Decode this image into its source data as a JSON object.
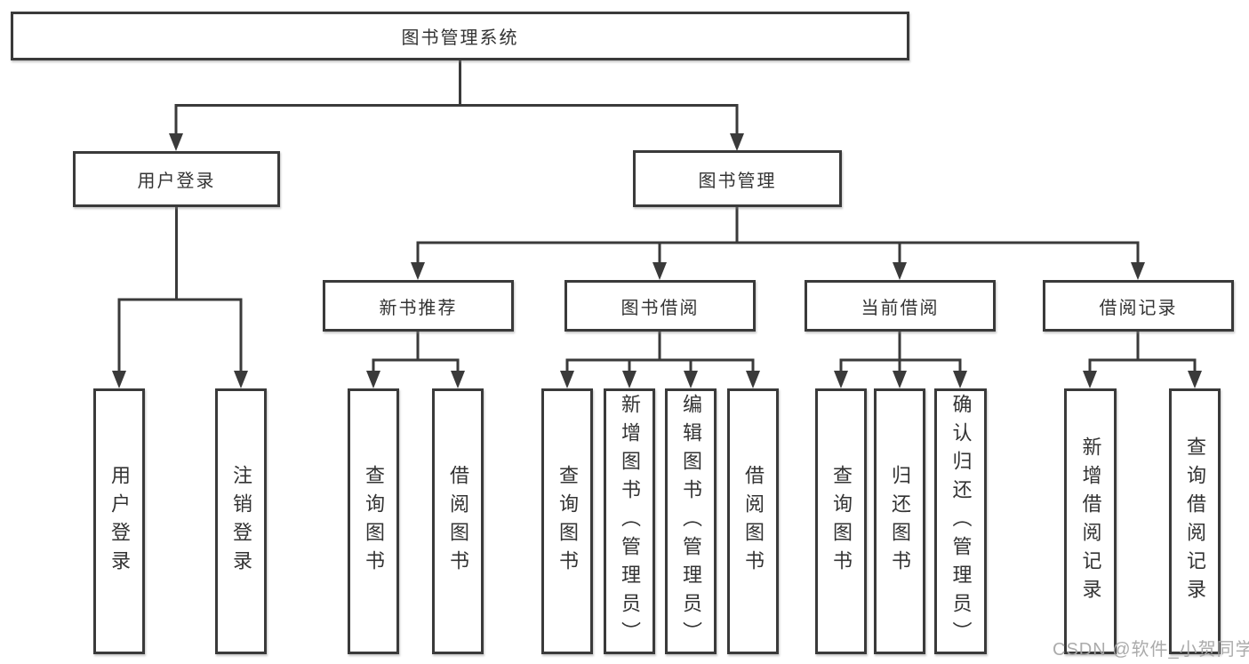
{
  "org": {
    "root": {
      "label": "图书管理系统"
    },
    "children": [
      {
        "label": "用户登录",
        "children": [
          {
            "label": "用户登录"
          },
          {
            "label": "注销登录"
          }
        ]
      },
      {
        "label": "图书管理",
        "children": [
          {
            "label": "新书推荐",
            "children": [
              {
                "label": "查询图书"
              },
              {
                "label": "借阅图书"
              }
            ]
          },
          {
            "label": "图书借阅",
            "children": [
              {
                "label": "查询图书"
              },
              {
                "label": "新增图书（管理员）"
              },
              {
                "label": "编辑图书（管理员）"
              },
              {
                "label": "借阅图书"
              }
            ]
          },
          {
            "label": "当前借阅",
            "children": [
              {
                "label": "查询图书"
              },
              {
                "label": "归还图书"
              },
              {
                "label": "确认归还（管理员）"
              }
            ]
          },
          {
            "label": "借阅记录",
            "children": [
              {
                "label": "新增借阅记录"
              },
              {
                "label": "查询借阅记录"
              }
            ]
          }
        ]
      }
    ]
  },
  "watermark": {
    "text": "CSDN @软件_小贺同学"
  },
  "colors": {
    "line": "#3a3a3a",
    "box_border": "#3a3a3a",
    "text": "#333333",
    "background": "#ffffff",
    "watermark": "#a6a6a6"
  }
}
